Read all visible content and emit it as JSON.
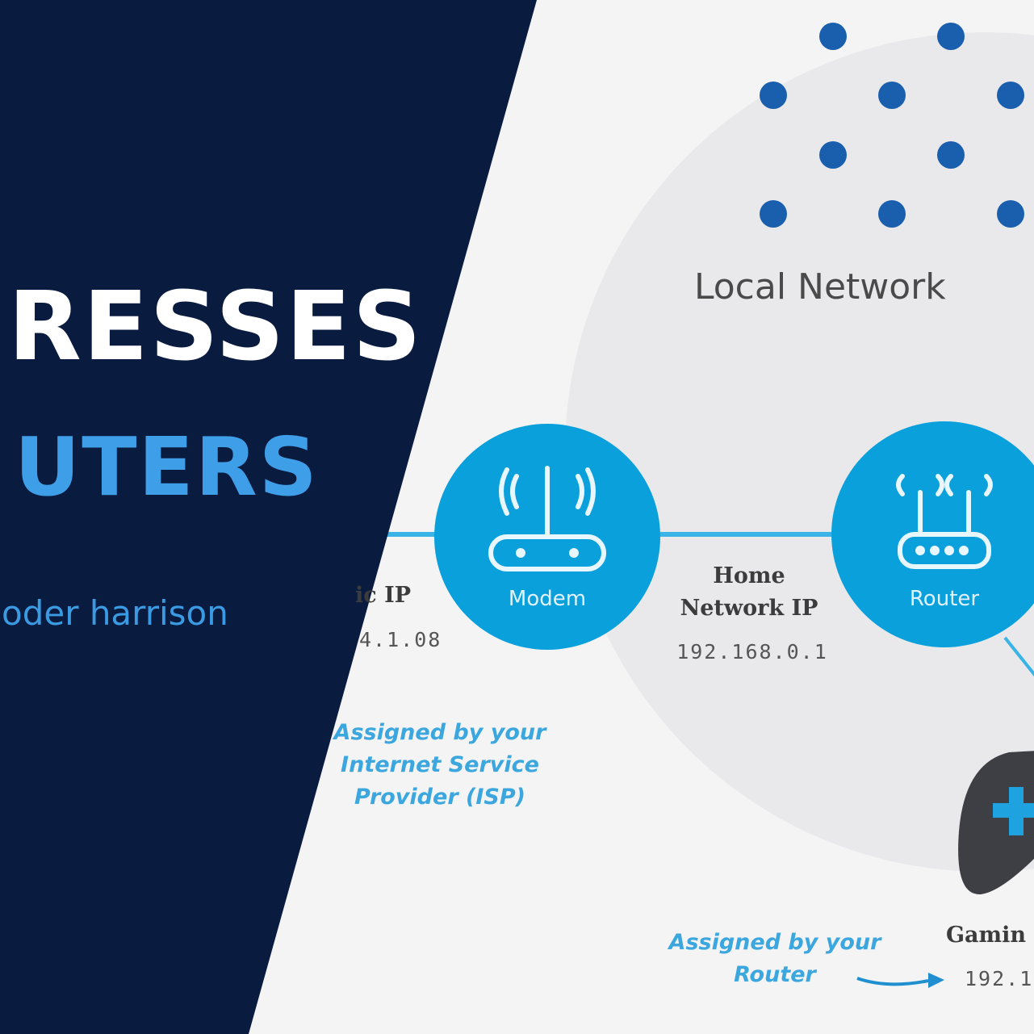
{
  "header": {
    "title_line1": "RESSES",
    "title_line2": "UTERS",
    "author": "oder harrison"
  },
  "diagram": {
    "local_network_label": "Local Network",
    "modem": {
      "label": "Modem"
    },
    "router": {
      "label": "Router"
    },
    "public_ip": {
      "label": "ic IP",
      "value": "4.1.08"
    },
    "home_ip": {
      "label_line1": "Home",
      "label_line2": "Network IP",
      "value": "192.168.0.1"
    },
    "isp_note": [
      "Assigned by your",
      "Internet Service",
      "Provider (ISP)"
    ],
    "router_note": [
      "Assigned by your",
      "Router"
    ],
    "device": {
      "label": "Gamin",
      "value": "192.1"
    }
  },
  "colors": {
    "navy": "#0a1b40",
    "accent_blue": "#0aa0dc",
    "dot_blue": "#1a5eae",
    "light_blue_text": "#3a9be3",
    "circle_gray": "#e9e9eb"
  }
}
